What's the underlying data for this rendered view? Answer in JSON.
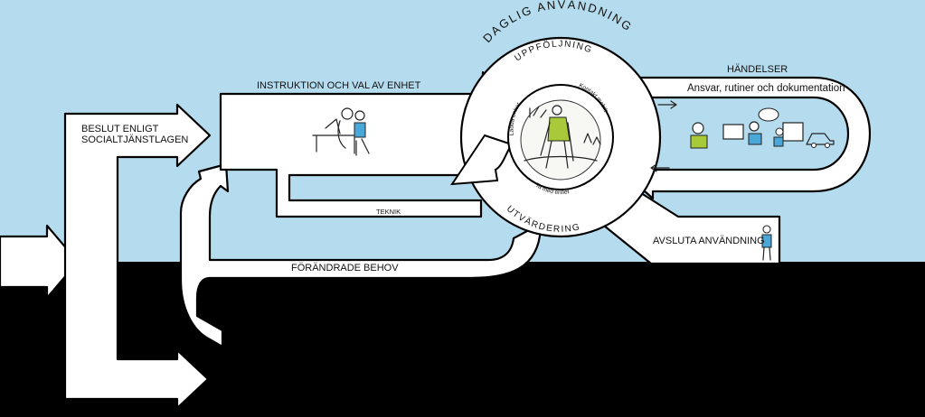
{
  "labels": {
    "decision": [
      "BESLUT ENLIGT",
      "SOCIALTJÄNSTLAGEN"
    ],
    "instruction": "INSTRUKTION OCH VAL AV ENHET",
    "daily_use": "DAGLIG ANVÄNDNING",
    "follow_up": "UPPFÖLJNING",
    "evaluation": "UTVÄRDERING",
    "events": "HÄNDELSER",
    "events_sub": "Ansvar, rutiner och dokumentation",
    "technology": "TEKNIK",
    "changed_needs": "FÖRÄNDRADE BEHOV",
    "end_use": "AVSLUTA ANVÄNDNING",
    "inner_charge": "Ladda enhet",
    "inner_contact": "Kontakt mobilt",
    "inner_bring": "Ta med enhet"
  },
  "colors": {
    "sky": "#b5dcee",
    "ground": "#000000",
    "flow_fill": "#ffffff",
    "accent_green": "#a7c93a",
    "accent_blue": "#4aa8d8"
  },
  "icons": [
    "people-at-desk-illustration",
    "walking-person-illustration",
    "phone-call-illustration",
    "computer-operator-illustration",
    "video-call-illustration",
    "car-illustration",
    "person-with-phone-illustration"
  ]
}
